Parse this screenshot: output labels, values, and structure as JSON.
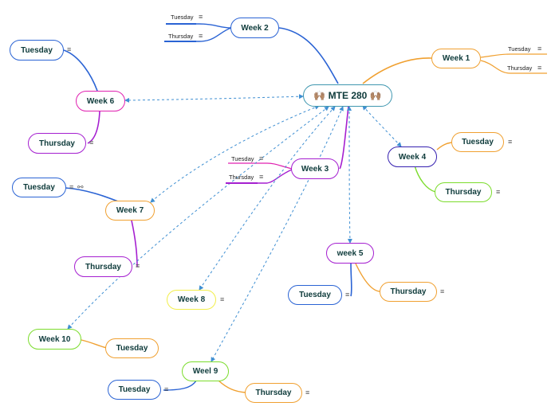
{
  "root": {
    "label": "🙌🏽 MTE 280 🙌🏽"
  },
  "weeks": {
    "week1": "Week 1",
    "week2": "Week 2",
    "week3": "Week 3",
    "week4": "Week 4",
    "week5": "week 5",
    "week6": "Week 6",
    "week7": "Week 7",
    "week8": "Week 8",
    "week9": "Weel 9",
    "week10": "Week 10"
  },
  "days": {
    "tuesday": "Tuesday",
    "thursday": "Thursday"
  },
  "icons": {
    "note": "≡",
    "link": "🔗"
  },
  "colors": {
    "blue": "#2a63d4",
    "orange": "#f0a030",
    "purple": "#a51fd0",
    "green": "#7bdc2c",
    "dark_blue": "#3520b0",
    "teal": "#3f97b0",
    "pink": "#e020b0",
    "yellow": "#f2ee4a",
    "dashed_link": "#3f8fd2"
  }
}
